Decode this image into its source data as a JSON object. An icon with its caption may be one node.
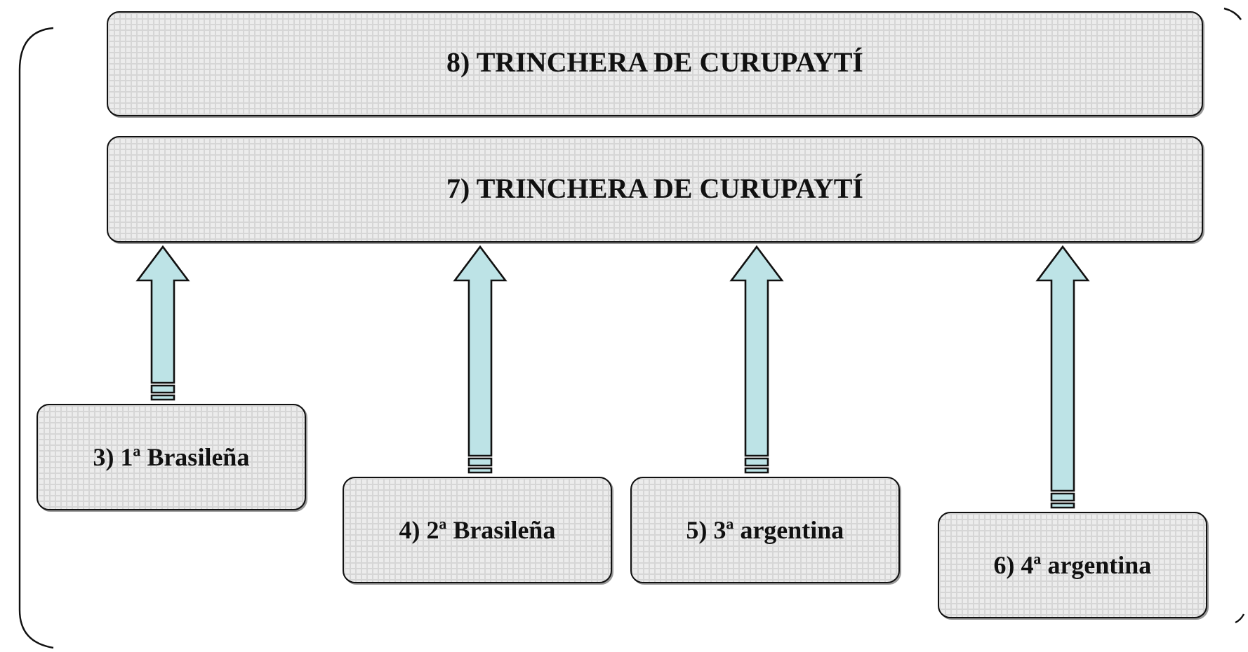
{
  "diagram": {
    "nodes": [
      {
        "text": [
          "8) TRINCHERA DE CURUPAYTÍ"
        ]
      },
      {
        "text": [
          "7) TRINCHERA DE CURUPAYTÍ"
        ]
      },
      {
        "text": [
          "3) 1ª Brasileña"
        ]
      },
      {
        "text": [
          "4) 2ª Brasileña"
        ]
      },
      {
        "text": [
          "5) 3ª argentina"
        ]
      },
      {
        "text": [
          "6) 4ª argentina"
        ]
      }
    ],
    "edges": [
      {
        "from": 2,
        "to": 1,
        "arrow": "to"
      },
      {
        "from": 3,
        "to": 1,
        "arrow": "to"
      },
      {
        "from": 4,
        "to": 1,
        "arrow": "to"
      },
      {
        "from": 5,
        "to": 1,
        "arrow": "to"
      }
    ]
  }
}
